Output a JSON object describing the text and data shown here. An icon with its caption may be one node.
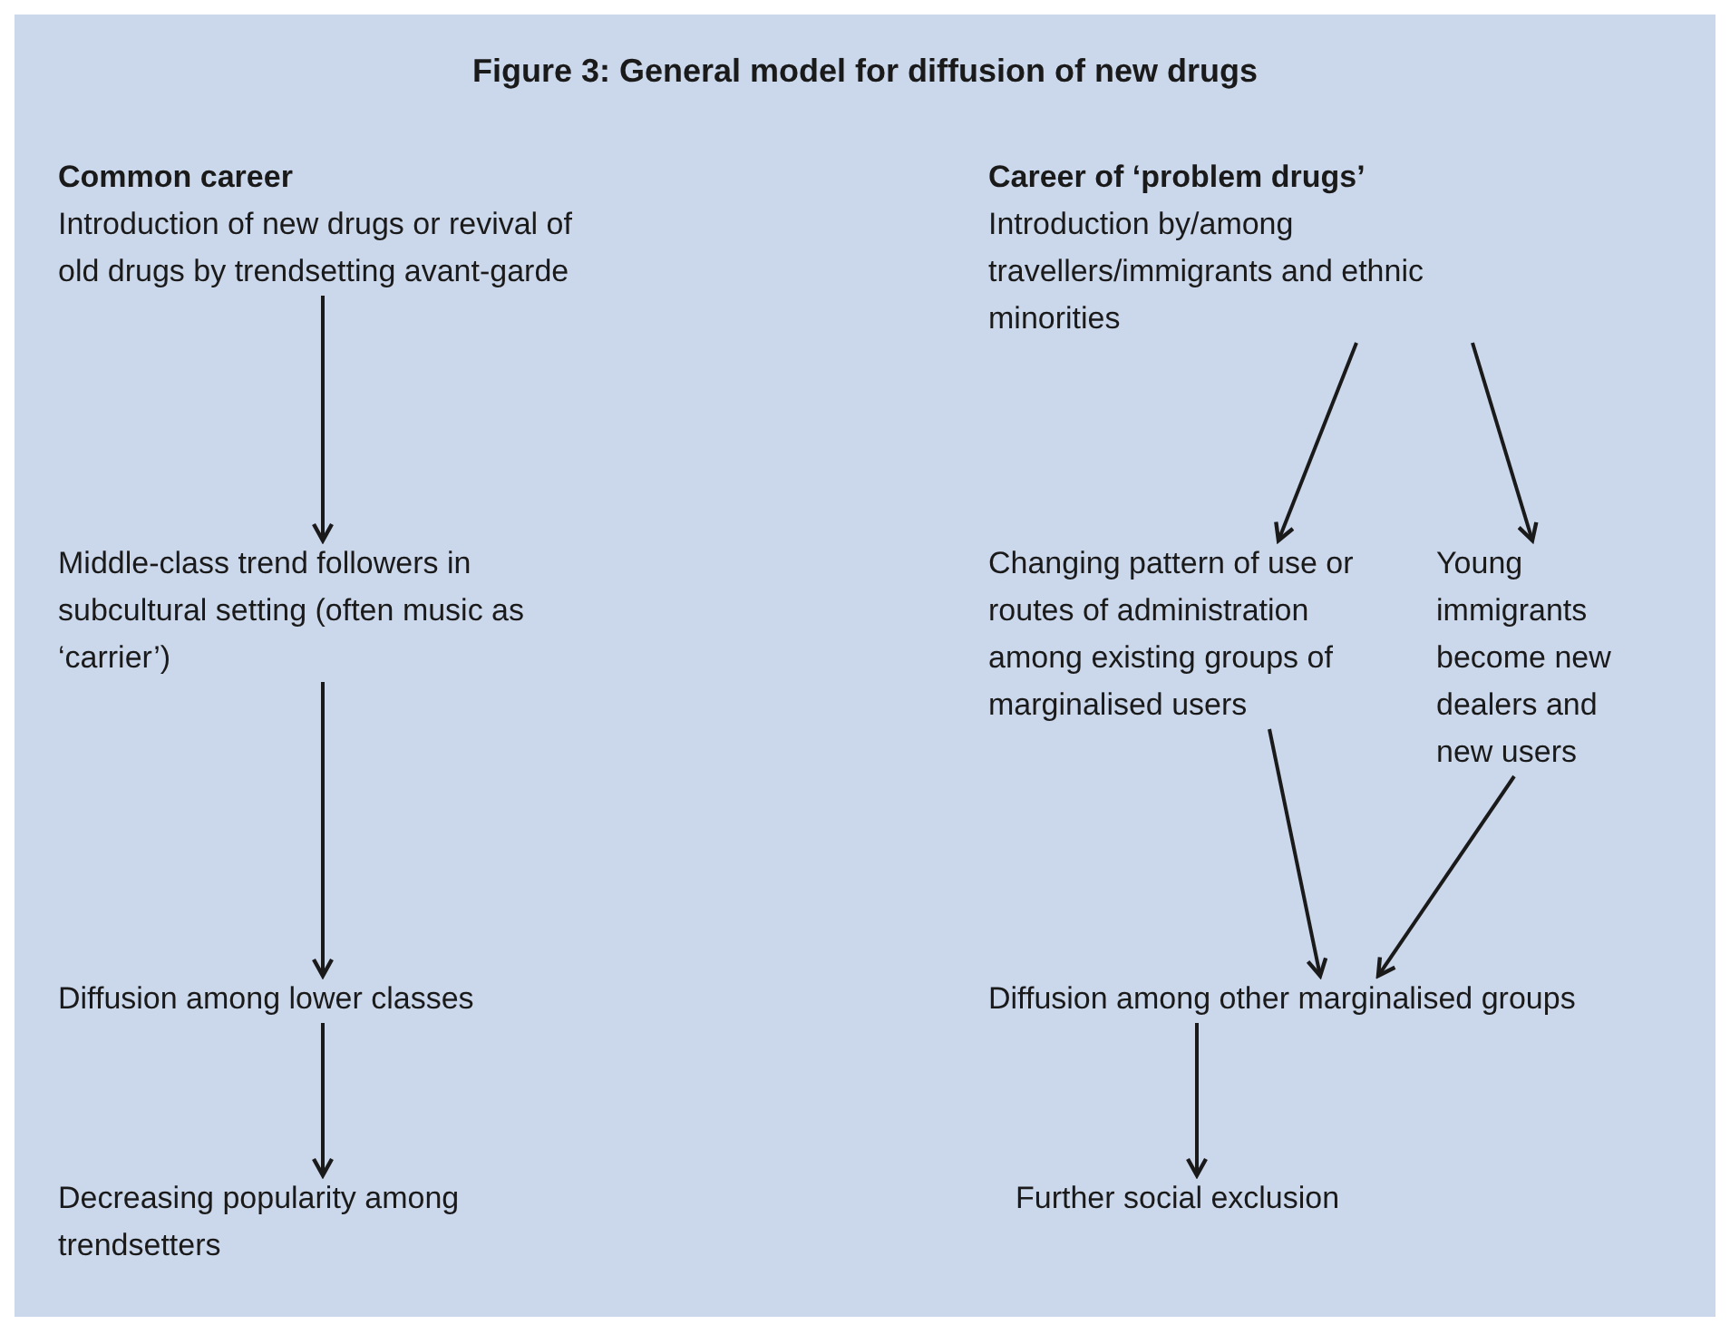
{
  "diagram": {
    "title": "Figure 3: General model for diffusion of new drugs",
    "nodes": [
      {
        "text": [
          "Common career",
          "Introduction of new drugs or revival of old drugs by trendsetting avant-garde"
        ]
      },
      {
        "text": [
          "Career of ‘problem drugs’",
          "Introduction by/among travellers/immigrants and ethnic minorities"
        ]
      },
      {
        "text": [
          "Middle-class trend followers in subcultural setting (often music as ‘carrier’)"
        ]
      },
      {
        "text": [
          "Changing pattern of use or routes of administration among existing groups of marginalised users"
        ]
      },
      {
        "text": [
          "Young immigrants become new dealers and new users"
        ]
      },
      {
        "text": [
          "Diffusion among lower classes"
        ]
      },
      {
        "text": [
          "Diffusion among other marginalised groups"
        ]
      },
      {
        "text": [
          "Decreasing popularity among trendsetters"
        ]
      },
      {
        "text": [
          "Further social exclusion"
        ]
      }
    ],
    "edges": [
      {
        "from": 0,
        "to": 2,
        "arrow": "to"
      },
      {
        "from": 1,
        "to": 3,
        "arrow": "to"
      },
      {
        "from": 1,
        "to": 4,
        "arrow": "to"
      },
      {
        "from": 2,
        "to": 5,
        "arrow": "to"
      },
      {
        "from": 3,
        "to": 6,
        "arrow": "to"
      },
      {
        "from": 4,
        "to": 6,
        "arrow": "to"
      },
      {
        "from": 5,
        "to": 7,
        "arrow": "to"
      },
      {
        "from": 6,
        "to": 8,
        "arrow": "to"
      }
    ]
  }
}
